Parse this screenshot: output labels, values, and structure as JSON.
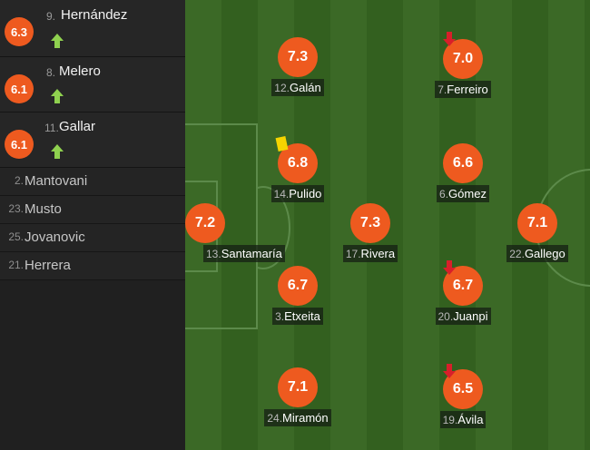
{
  "substitutes_in": [
    {
      "number": "9.",
      "name": "Hernández",
      "rating": "6.3",
      "icon": "arrow-up-icon"
    },
    {
      "number": "8.",
      "name": "Melero",
      "rating": "6.1",
      "icon": "arrow-up-icon"
    },
    {
      "number": "11.",
      "name": "Gallar",
      "rating": "6.1",
      "icon": "arrow-up-icon"
    }
  ],
  "bench": [
    {
      "number": "2.",
      "name": "Mantovani"
    },
    {
      "number": "23.",
      "name": "Musto"
    },
    {
      "number": "25.",
      "name": "Jovanovic"
    },
    {
      "number": "21.",
      "name": "Herrera"
    }
  ],
  "lineup": [
    {
      "number": "12.",
      "name": "Galán",
      "rating": "7.3"
    },
    {
      "number": "7.",
      "name": "Ferreiro",
      "rating": "7.0",
      "subbed_off": true
    },
    {
      "number": "14.",
      "name": "Pulido",
      "rating": "6.8",
      "yellow_card": true
    },
    {
      "number": "6.",
      "name": "Gómez",
      "rating": "6.6"
    },
    {
      "number": "13.",
      "name": "Santamaría",
      "rating": "7.2"
    },
    {
      "number": "17.",
      "name": "Rivera",
      "rating": "7.3"
    },
    {
      "number": "22.",
      "name": "Gallego",
      "rating": "7.1"
    },
    {
      "number": "3.",
      "name": "Etxeita",
      "rating": "6.7"
    },
    {
      "number": "20.",
      "name": "Juanpi",
      "rating": "6.7",
      "subbed_off": true
    },
    {
      "number": "24.",
      "name": "Miramón",
      "rating": "7.1"
    },
    {
      "number": "19.",
      "name": "Ávila",
      "rating": "6.5",
      "subbed_off": true
    }
  ],
  "colors": {
    "rating_badge": "#ee5a1f",
    "sub_in_arrow": "#8fd14f",
    "sub_out_arrow": "#d81f2a",
    "yellow_card": "#f5d400"
  }
}
